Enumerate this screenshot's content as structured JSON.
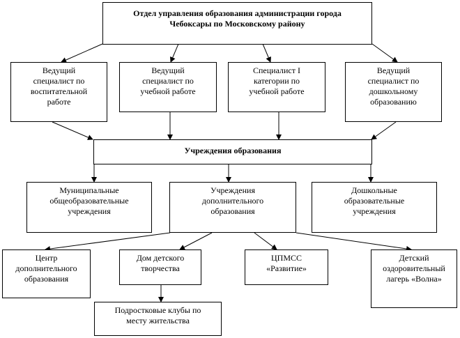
{
  "title": [
    "Отдел управления образования администрации города",
    "Чебоксары по Московскому району"
  ],
  "specialists": [
    [
      "Ведущий",
      "специалист по",
      "воспитательной",
      "работе"
    ],
    [
      "Ведущий",
      "специалист по",
      "учебной работе"
    ],
    [
      "Специалист I",
      "категории по",
      "учебной работе"
    ],
    [
      "Ведущий",
      "специалист по",
      "дошкольному",
      "образованию"
    ]
  ],
  "institutions": "Учреждения образования",
  "institution_types": [
    [
      "Муниципальные",
      "общеобразовательные",
      "учреждения"
    ],
    [
      "Учреждения",
      "дополнительного",
      "образования"
    ],
    [
      "Дошкольные",
      "образовательные",
      "учреждения"
    ]
  ],
  "additional": [
    [
      "Центр",
      "дополнительного",
      "образования"
    ],
    [
      "Дом детского",
      "творчества"
    ],
    [
      "ЦПМСС",
      "«Развитие»"
    ],
    [
      "Детский",
      "оздоровительный",
      "лагерь «Волна»"
    ]
  ],
  "clubs": [
    "Подростковые клубы по",
    "месту жительства"
  ]
}
